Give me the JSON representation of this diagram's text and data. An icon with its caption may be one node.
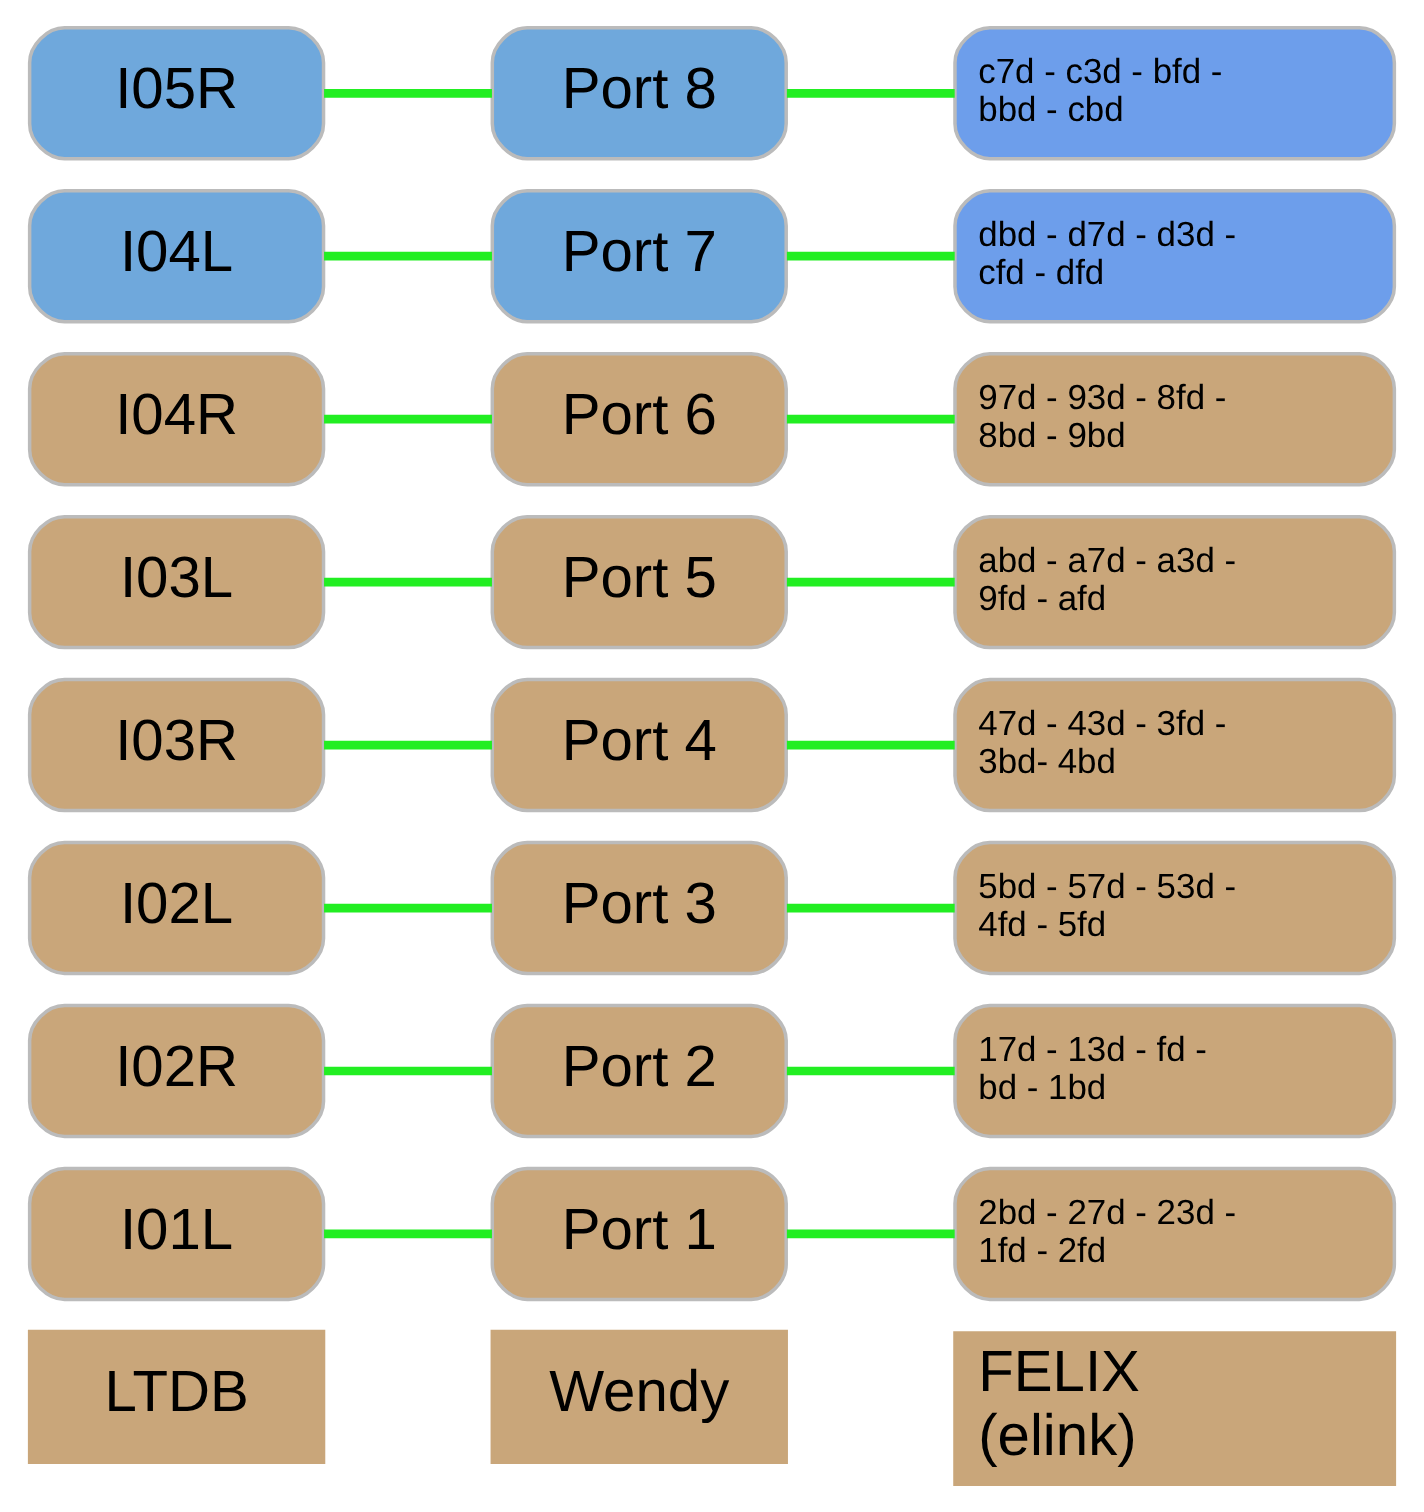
{
  "diagram": {
    "nodes": [
      {
        "text": [
          "LTDB"
        ]
      },
      {
        "text": [
          "Wendy"
        ]
      },
      {
        "text": [
          "FELIX (elink)"
        ]
      },
      {
        "text": [
          "I01L"
        ]
      },
      {
        "text": [
          "Port 1"
        ]
      },
      {
        "text": [
          "2bd - 27d - 23d - 1fd - 2fd"
        ]
      },
      {
        "text": [
          "I02R"
        ]
      },
      {
        "text": [
          "Port 2"
        ]
      },
      {
        "text": [
          "17d - 13d - fd - bd - 1bd"
        ]
      },
      {
        "text": [
          "I02L"
        ]
      },
      {
        "text": [
          "Port 3"
        ]
      },
      {
        "text": [
          "5bd - 57d - 53d - 4fd - 5fd"
        ]
      },
      {
        "text": [
          "I03R"
        ]
      },
      {
        "text": [
          "Port 4"
        ]
      },
      {
        "text": [
          "47d - 43d - 3fd - 3bd- 4bd"
        ]
      },
      {
        "text": [
          "I03L"
        ]
      },
      {
        "text": [
          "Port 5"
        ]
      },
      {
        "text": [
          "abd - a7d - a3d - 9fd - afd"
        ]
      },
      {
        "text": [
          "I04R"
        ]
      },
      {
        "text": [
          "Port 6"
        ]
      },
      {
        "text": [
          "97d - 93d - 8fd - 8bd - 9bd"
        ]
      },
      {
        "text": [
          "I04L"
        ]
      },
      {
        "text": [
          "Port 7"
        ]
      },
      {
        "text": [
          "dbd - d7d - d3d - cfd - dfd"
        ]
      },
      {
        "text": [
          "I05R"
        ]
      },
      {
        "text": [
          "Port 8"
        ]
      },
      {
        "text": [
          "c7d - c3d - bfd - bbd - cbd"
        ]
      }
    ],
    "edges": [
      {
        "from": 3,
        "to": 4,
        "arrow": "none"
      },
      {
        "from": 4,
        "to": 5,
        "arrow": "none"
      },
      {
        "from": 6,
        "to": 7,
        "arrow": "none"
      },
      {
        "from": 7,
        "to": 8,
        "arrow": "none"
      },
      {
        "from": 9,
        "to": 10,
        "arrow": "none"
      },
      {
        "from": 10,
        "to": 11,
        "arrow": "none"
      },
      {
        "from": 12,
        "to": 13,
        "arrow": "none"
      },
      {
        "from": 13,
        "to": 14,
        "arrow": "none"
      },
      {
        "from": 15,
        "to": 16,
        "arrow": "none"
      },
      {
        "from": 16,
        "to": 17,
        "arrow": "none"
      },
      {
        "from": 18,
        "to": 19,
        "arrow": "none"
      },
      {
        "from": 19,
        "to": 20,
        "arrow": "none"
      },
      {
        "from": 21,
        "to": 22,
        "arrow": "none"
      },
      {
        "from": 22,
        "to": 23,
        "arrow": "none"
      },
      {
        "from": 24,
        "to": 25,
        "arrow": "none"
      },
      {
        "from": 25,
        "to": 26,
        "arrow": "none"
      }
    ]
  }
}
